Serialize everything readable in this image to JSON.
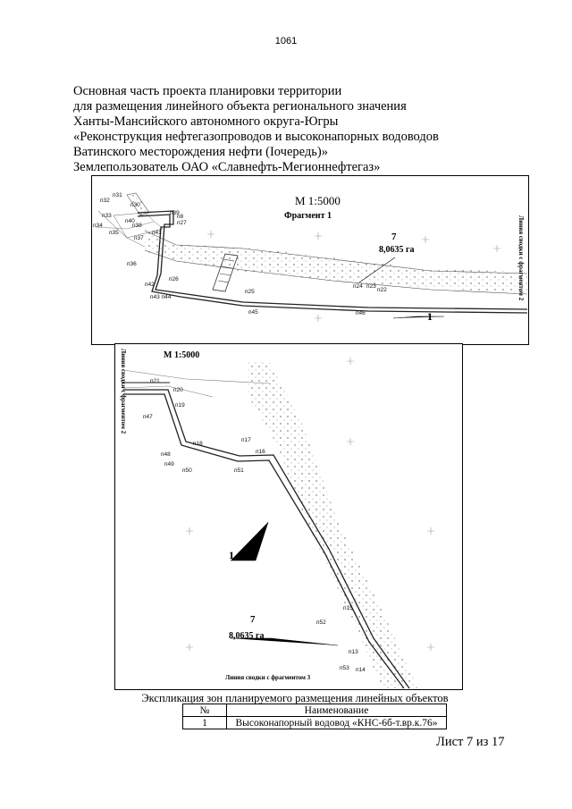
{
  "page_number": "1061",
  "title_lines": [
    "Основная часть проекта планировки территории",
    "для размещения линейного объекта регионального значения",
    "Ханты-Мансийского автономного округа-Югры",
    "«Реконструкция нефтегазопроводов и высоконапорных водоводов",
    "Ватинского месторождения нефти (Iочередь)»",
    "Землепользователь ОАО «Славнефть-Мегионнефтегаз»"
  ],
  "fragment1": {
    "scale": "М 1:5000",
    "name": "Фрагмент 1",
    "zone_number": "7",
    "area": "8,0635 га",
    "object_label": "1",
    "side_label": "Линия сводки с фрагментом 2",
    "points": [
      "п31",
      "п32",
      "п30",
      "п33",
      "п34",
      "п35",
      "п37",
      "п38",
      "п39",
      "п40",
      "п41",
      "п8",
      "п27",
      "п36",
      "п26",
      "п42",
      "п43 п44",
      "п25",
      "п24",
      "п23",
      "п22",
      "п45",
      "п46"
    ]
  },
  "fragment2": {
    "scale": "М 1:5000",
    "zone_number": "7",
    "area": "8,0635 га",
    "object_label": "1",
    "side_label": "Линия сводки с фрагментом 2",
    "bottom_label": "Линия сводки с фрагментом 3",
    "points": [
      "п21",
      "п20",
      "п19",
      "п47",
      "п18",
      "п48",
      "п49",
      "п50",
      "п17",
      "п16",
      "п51",
      "п15",
      "п52",
      "п13",
      "п53",
      "п14"
    ]
  },
  "explication": {
    "caption": "Экспликация зон планируемого размещения линейных объектов",
    "headers": [
      "№",
      "Наименование"
    ],
    "rows": [
      {
        "no": "1",
        "name": "Высоконапорный водовод «КНС-6б-т.вр.к.76»"
      }
    ]
  },
  "sheet": "Лист 7 из 17"
}
